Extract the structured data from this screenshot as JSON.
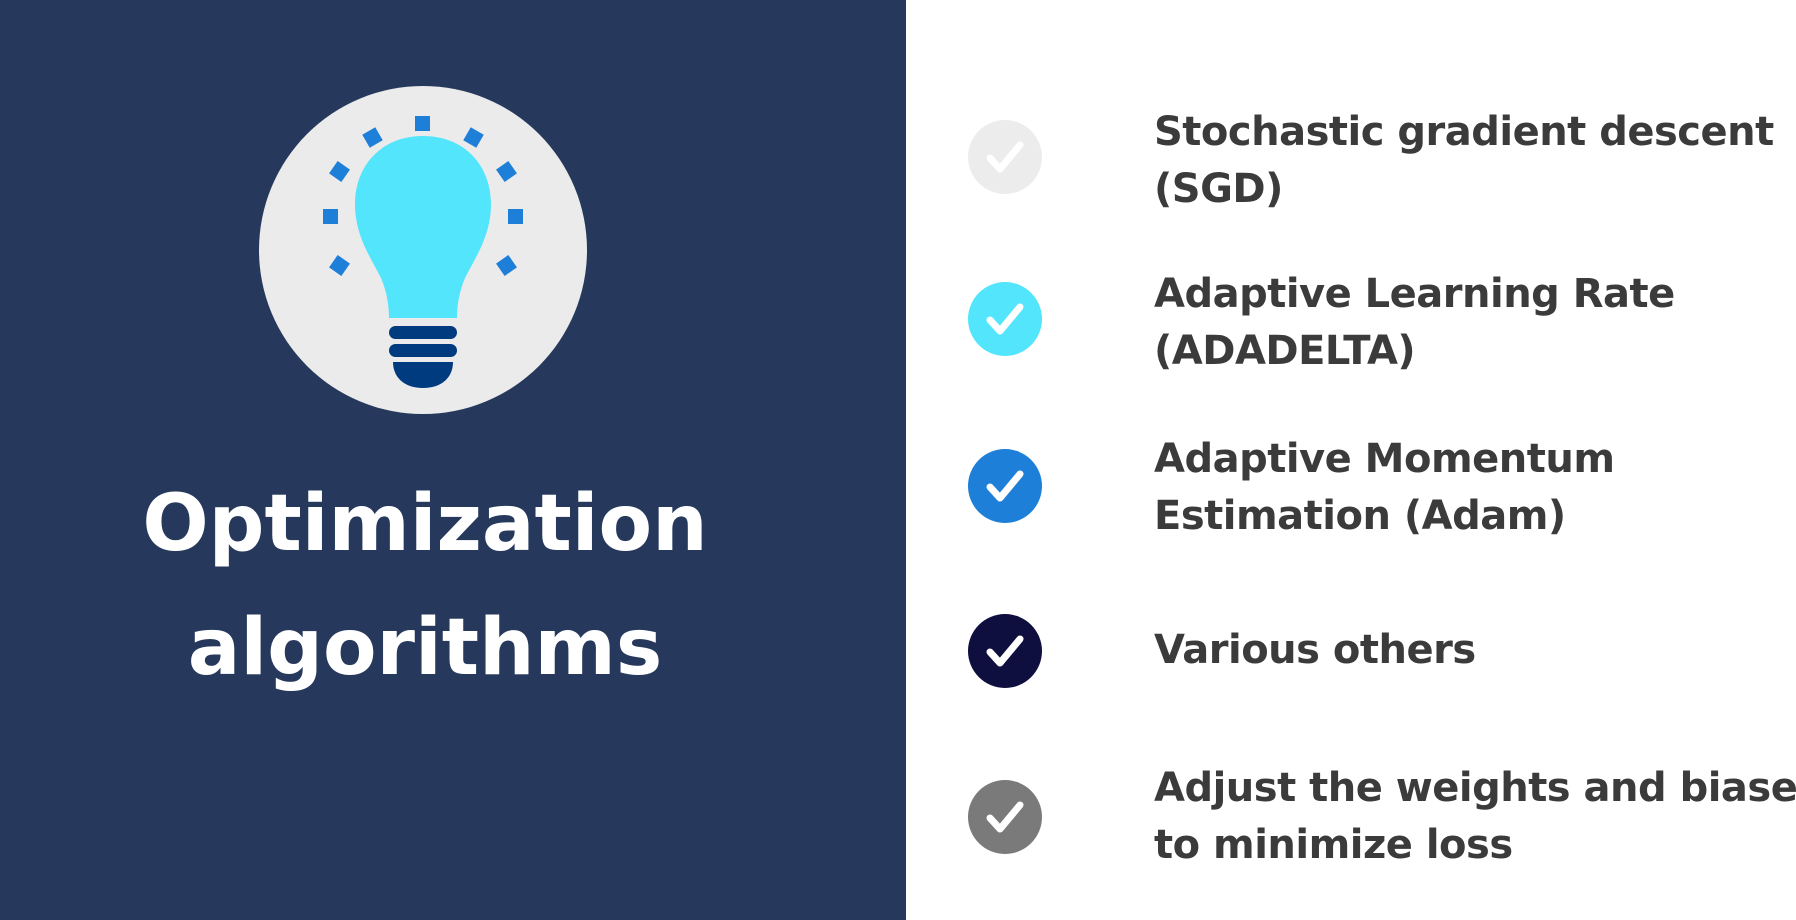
{
  "slide": {
    "title_lines": [
      "Optimization",
      "algorithms"
    ],
    "icon": "lightbulb-icon",
    "colors": {
      "left_background": "#26395c",
      "icon_circle": "#ebebeb",
      "bulb": "#52e5fb",
      "bulb_rays": "#1e7fd9",
      "bulb_base": "#003b80",
      "text": "#3b3b3b"
    },
    "items": [
      {
        "icon": "check-icon",
        "color": "#ececec",
        "lines": [
          "Stochastic gradient descent",
          "(SGD)"
        ]
      },
      {
        "icon": "check-icon",
        "color": "#52e5fb",
        "lines": [
          "Adaptive Learning Rate",
          "(ADADELTA)"
        ]
      },
      {
        "icon": "check-icon",
        "color": "#1e7fd9",
        "lines": [
          "Adaptive Momentum",
          "Estimation (Adam)"
        ]
      },
      {
        "icon": "check-icon",
        "color": "#0f0f3f",
        "lines": [
          "Various others"
        ]
      },
      {
        "icon": "check-icon",
        "color": "#7a7a7a",
        "lines": [
          "Adjust the weights and biases",
          "to minimize loss"
        ]
      }
    ]
  }
}
